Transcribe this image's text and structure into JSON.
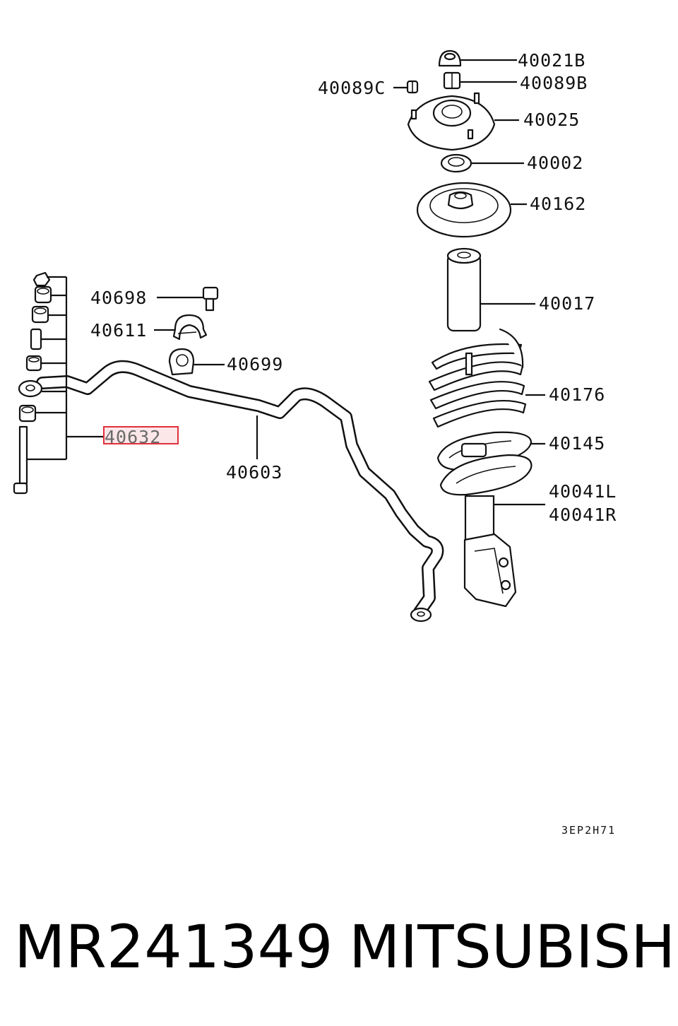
{
  "callouts": {
    "p40021B": "40021B",
    "p40089B": "40089B",
    "p40089C": "40089C",
    "p40025": "40025",
    "p40002": "40002",
    "p40162": "40162",
    "p40017": "40017",
    "p40176": "40176",
    "p40145": "40145",
    "p40041L": "40041L",
    "p40041R": "40041R",
    "p40698": "40698",
    "p40611": "40611",
    "p40699": "40699",
    "p40632": "40632",
    "p40603": "40603"
  },
  "highlighted_callout": "40632",
  "highlight_color": "#e0303a",
  "diagram_code": "3EP2H71",
  "footer": {
    "part_number": "MR241349",
    "brand": "MITSUBISHI"
  }
}
